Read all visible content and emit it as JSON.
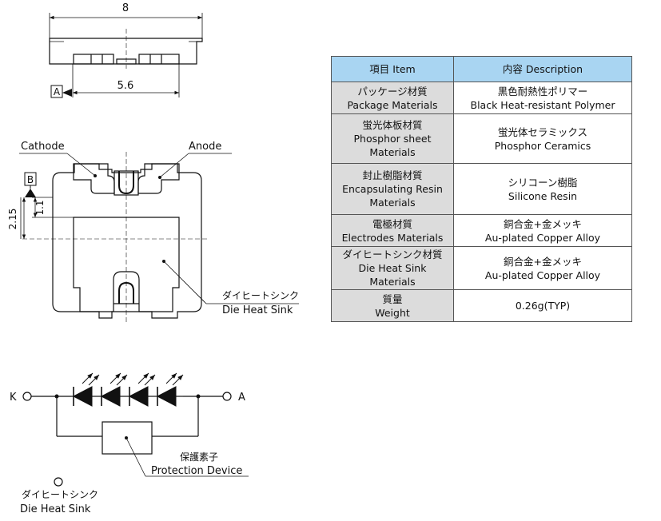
{
  "dimensions": {
    "top_width": "8",
    "pad_width": "5.6",
    "offset_short": "1.1",
    "offset_long": "2.15"
  },
  "datums": {
    "a": "A",
    "b": "B"
  },
  "labels": {
    "cathode": "Cathode",
    "anode": "Anode",
    "heat_sink_jp": "ダイヒートシンク",
    "heat_sink_en": "Die Heat Sink"
  },
  "circuit": {
    "terminal_k": "K",
    "terminal_a": "A",
    "protection_jp": "保護素子",
    "protection_en": "Protection Device",
    "heat_sink_jp": "ダイヒートシンク",
    "heat_sink_en": "Die Heat Sink"
  },
  "table": {
    "header": {
      "item": "項目 Item",
      "description": "内容 Description"
    },
    "rows": [
      {
        "item": [
          "パッケージ材質",
          "Package Materials"
        ],
        "value": [
          "黒色耐熱性ポリマー",
          "Black Heat-resistant Polymer"
        ]
      },
      {
        "item": [
          "蛍光体板材質",
          "Phosphor sheet",
          "Materials"
        ],
        "value": [
          "蛍光体セラミックス",
          "Phosphor Ceramics"
        ]
      },
      {
        "item": [
          "封止樹脂材質",
          "Encapsulating Resin",
          "Materials"
        ],
        "value": [
          "シリコーン樹脂",
          "Silicone Resin"
        ]
      },
      {
        "item": [
          "電極材質",
          "Electrodes Materials"
        ],
        "value": [
          "銅合金+金メッキ",
          "Au-plated Copper Alloy"
        ]
      },
      {
        "item": [
          "ダイヒートシンク材質",
          "Die Heat Sink",
          "Materials"
        ],
        "value": [
          "銅合金+金メッキ",
          "Au-plated Copper Alloy"
        ]
      },
      {
        "item": [
          "質量",
          "Weight"
        ],
        "value": [
          "0.26g(TYP)"
        ]
      }
    ]
  }
}
